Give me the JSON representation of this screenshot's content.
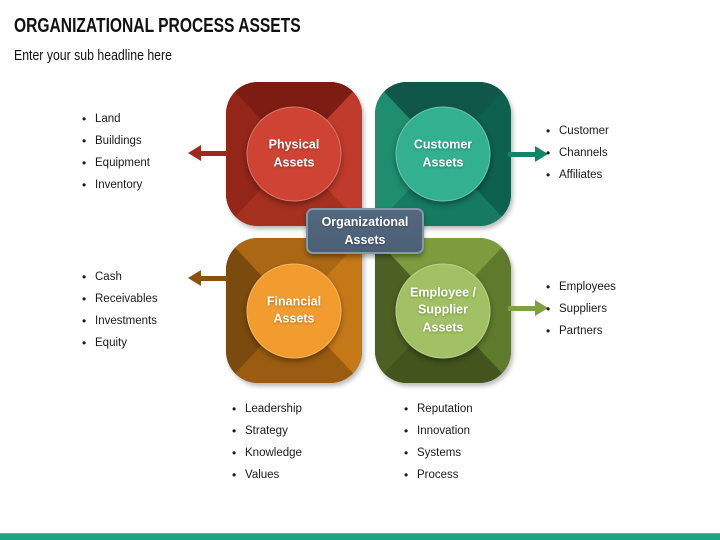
{
  "slide": {
    "title": "ORGANIZATIONAL PROCESS ASSETS",
    "subtitle": "Enter your sub headline here"
  },
  "center": {
    "label": "Organizational\nAssets"
  },
  "quadrants": {
    "physical": {
      "label": "Physical\nAssets"
    },
    "customer": {
      "label": "Customer\nAssets"
    },
    "financial": {
      "label": "Financial\nAssets"
    },
    "employee": {
      "label": "Employee /\nSupplier\nAssets"
    }
  },
  "lists": {
    "physical": {
      "items": [
        "Land",
        "Buildings",
        "Equipment",
        "Inventory"
      ]
    },
    "financial": {
      "items": [
        "Cash",
        "Receivables",
        "Investments",
        "Equity"
      ]
    },
    "customer": {
      "items": [
        "Customer",
        "Channels",
        "Affiliates"
      ]
    },
    "employee": {
      "items": [
        "Employees",
        "Suppliers",
        "Partners"
      ]
    },
    "organizational_left": {
      "items": [
        "Leadership",
        "Strategy",
        "Knowledge",
        "Values"
      ]
    },
    "organizational_right": {
      "items": [
        "Reputation",
        "Innovation",
        "Systems",
        "Process"
      ]
    }
  },
  "icons": {
    "bullet": "•"
  },
  "theme": {
    "title-color": "#111111",
    "text-color": "#1a1a1a",
    "physical-dark": "#7c1c12",
    "physical-dark2": "#932619",
    "physical-mid": "#a5301f",
    "physical-light": "#bf3a2a",
    "physical-circle": "#ce4334",
    "physical-arrow": "#9c2a1d",
    "customer-dark": "#10574a",
    "customer-dark2": "#0d5f4e",
    "customer-mid": "#157a60",
    "customer-light": "#1f8e6e",
    "customer-circle": "#33b090",
    "customer-arrow": "#15836a",
    "financial-dark": "#7b4a0e",
    "financial-dark2": "#9a5c10",
    "financial-mid": "#ab6714",
    "financial-light": "#c57818",
    "financial-circle": "#f29b2e",
    "financial-arrow": "#8a520c",
    "employee-dark": "#43541d",
    "employee-dark2": "#4d6024",
    "employee-mid": "#5f7a2c",
    "employee-light": "#7d9c3e",
    "employee-circle": "#a1c164",
    "employee-arrow": "#7fa03f",
    "center-box-bg": "#4b6077",
    "center-box-bg2": "#53687f",
    "center-box-border": "#8497ab",
    "footer-bar": "#1fa184",
    "footer-bar-edge": "#55b79d"
  }
}
